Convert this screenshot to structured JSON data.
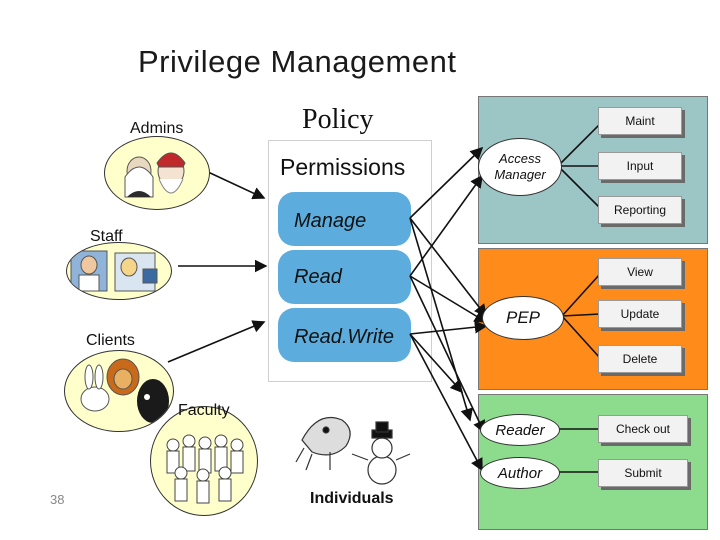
{
  "title": "Privilege Management",
  "policy": {
    "title": "Policy",
    "permissions_label": "Permissions"
  },
  "operations": [
    "Manage",
    "Read",
    "Read.Write"
  ],
  "groups": {
    "admins": "Admins",
    "staff": "Staff",
    "clients": "Clients",
    "faculty": "Faculty",
    "individuals": "Individuals"
  },
  "panels": {
    "access_manager": {
      "label": "Access Manager",
      "actions": [
        "Maint",
        "Input",
        "Reporting"
      ],
      "color": "#9cc5c5"
    },
    "pep": {
      "label": "PEP",
      "actions": [
        "View",
        "Update",
        "Delete"
      ],
      "color": "#ff8c1a"
    },
    "apps": {
      "items": [
        {
          "label": "Reader",
          "action": "Check out"
        },
        {
          "label": "Author",
          "action": "Submit"
        }
      ],
      "color": "#8ddc8d"
    }
  },
  "page_number": "38",
  "icons": [
    "admin-portraits-icon",
    "staff-people-icon",
    "clients-animals-icon",
    "faculty-group-icon",
    "individuals-frog-snowman-icon"
  ]
}
